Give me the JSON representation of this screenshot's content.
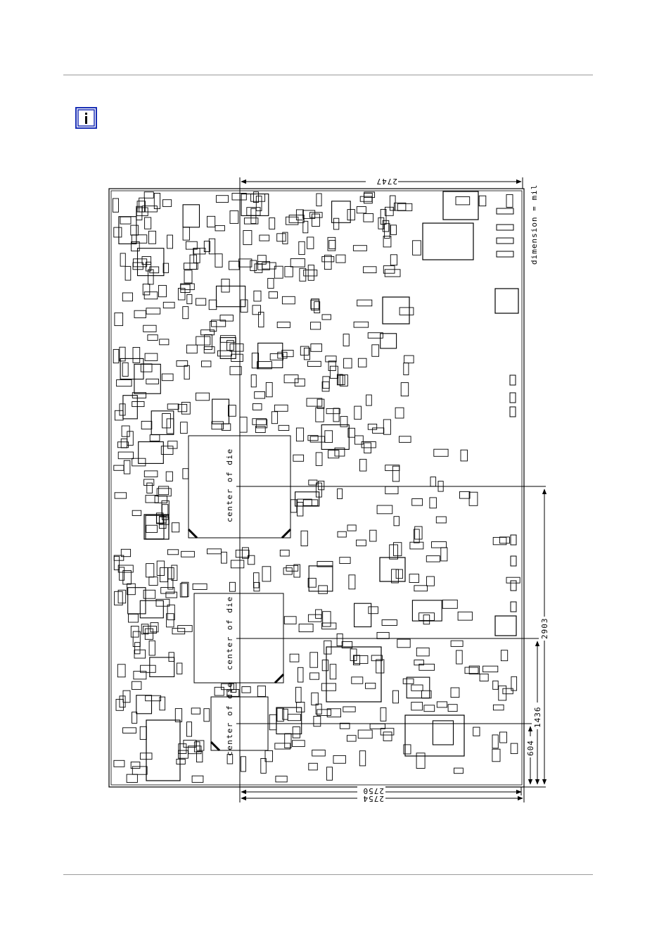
{
  "icon": {
    "name": "info-icon",
    "color": "#1a2fb5"
  },
  "dimensions": {
    "top_width": "2747",
    "bottom_width_inner": "2750",
    "bottom_width_outer": "2754",
    "right_height": "2903",
    "center_2_height": "1436",
    "center_3_height": "604",
    "unit_note": "dimension = mil"
  },
  "dies": [
    {
      "label": "center of die"
    },
    {
      "label": "center of die"
    },
    {
      "label": "center of die"
    }
  ]
}
